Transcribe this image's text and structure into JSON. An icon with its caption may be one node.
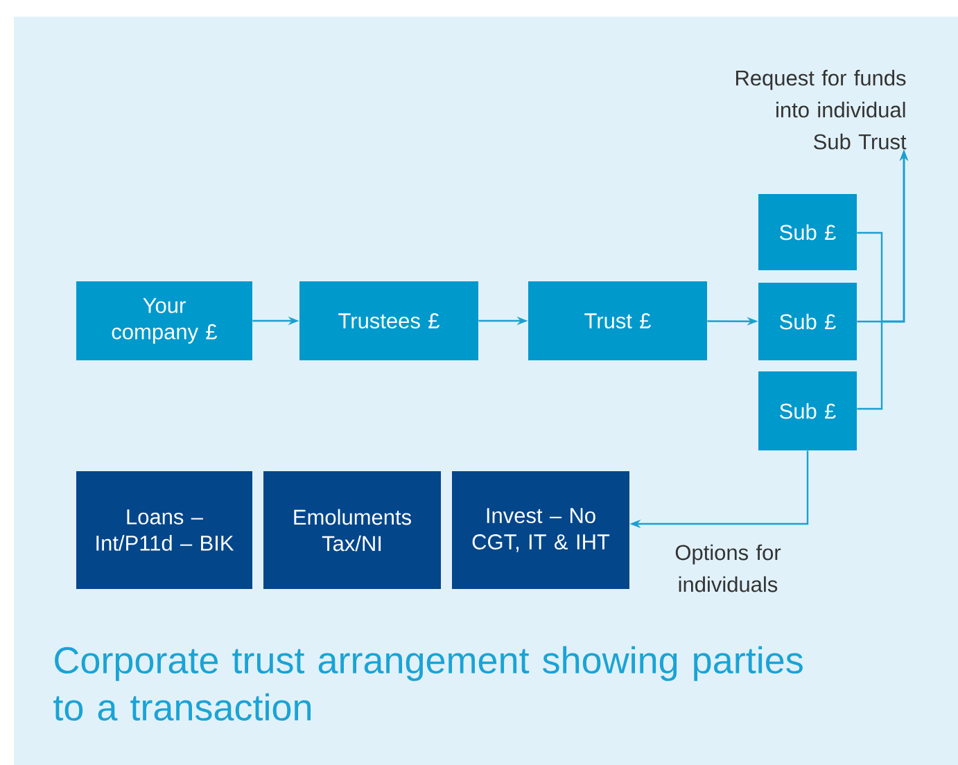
{
  "diagram": {
    "caption": "Corporate trust arrangement showing parties to a transaction",
    "nodes": [
      {
        "text": [
          "Your company £"
        ]
      },
      {
        "text": [
          "Trustees £"
        ]
      },
      {
        "text": [
          "Trust £"
        ]
      },
      {
        "text": [
          "Sub £"
        ]
      },
      {
        "text": [
          "Sub £"
        ]
      },
      {
        "text": [
          "Sub £"
        ]
      },
      {
        "text": [
          "Request for funds into individual Sub Trust"
        ]
      },
      {
        "text": [
          "Loans – Int/P11d – BIK"
        ]
      },
      {
        "text": [
          "Emoluments Tax/NI"
        ]
      },
      {
        "text": [
          "Invest – No CGT, IT & IHT"
        ]
      }
    ],
    "edges": [
      {
        "from": 0,
        "to": 1,
        "arrow": "to"
      },
      {
        "from": 1,
        "to": 2,
        "arrow": "to"
      },
      {
        "from": 2,
        "to": 4,
        "arrow": "to"
      },
      {
        "from": 3,
        "to": 6,
        "arrow": "to"
      },
      {
        "from": 4,
        "to": 6,
        "arrow": "to"
      },
      {
        "from": 5,
        "to": 6,
        "arrow": "to"
      },
      {
        "from": 5,
        "to": 9,
        "arrow": "to",
        "label": "Options for individuals"
      }
    ]
  }
}
